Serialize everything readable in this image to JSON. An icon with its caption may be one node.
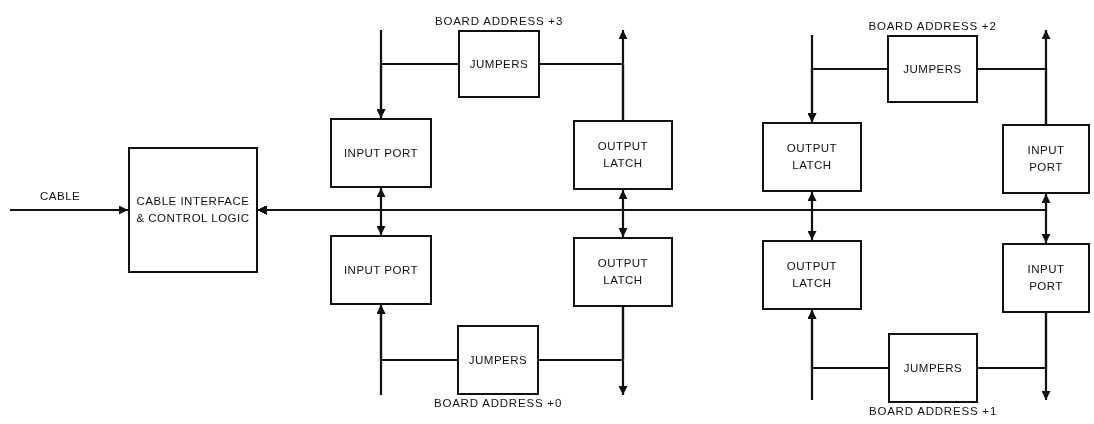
{
  "diagram": {
    "nodes": [
      {
        "text": [
          "CABLE INTERFACE & CONTROL LOGIC"
        ]
      },
      {
        "text": [
          "BOARD ADDRESS +3",
          "JUMPERS"
        ]
      },
      {
        "text": [
          "INPUT PORT"
        ]
      },
      {
        "text": [
          "OUTPUT LATCH"
        ]
      },
      {
        "text": [
          "BOARD ADDRESS +2",
          "JUMPERS"
        ]
      },
      {
        "text": [
          "OUTPUT LATCH"
        ]
      },
      {
        "text": [
          "INPUT PORT"
        ]
      },
      {
        "text": [
          "INPUT PORT"
        ]
      },
      {
        "text": [
          "OUTPUT LATCH"
        ]
      },
      {
        "text": [
          "OUTPUT LATCH"
        ]
      },
      {
        "text": [
          "INPUT PORT"
        ]
      },
      {
        "text": [
          "JUMPERS",
          "BOARD ADDRESS +0"
        ]
      },
      {
        "text": [
          "JUMPERS",
          "BOARD ADDRESS +1"
        ]
      }
    ],
    "edges": [
      {
        "from": null,
        "to": 0,
        "arrow": "to",
        "label": "CABLE"
      },
      {
        "from": 2,
        "to": 0,
        "arrow": "both"
      },
      {
        "from": 7,
        "to": 0,
        "arrow": "both"
      },
      {
        "from": 3,
        "to": 0,
        "arrow": "both"
      },
      {
        "from": 8,
        "to": 0,
        "arrow": "both"
      },
      {
        "from": 5,
        "to": 0,
        "arrow": "both"
      },
      {
        "from": 9,
        "to": 0,
        "arrow": "both"
      },
      {
        "from": 6,
        "to": 0,
        "arrow": "both"
      },
      {
        "from": 10,
        "to": 0,
        "arrow": "both"
      },
      {
        "from": null,
        "to": 2,
        "arrow": "to"
      },
      {
        "from": 1,
        "to": 2,
        "arrow": "to"
      },
      {
        "from": 1,
        "to": 3,
        "arrow": "none"
      },
      {
        "from": 3,
        "to": null,
        "arrow": "to"
      },
      {
        "from": null,
        "to": 7,
        "arrow": "to"
      },
      {
        "from": 11,
        "to": 7,
        "arrow": "to"
      },
      {
        "from": 11,
        "to": 8,
        "arrow": "none"
      },
      {
        "from": 8,
        "to": null,
        "arrow": "to"
      },
      {
        "from": null,
        "to": 5,
        "arrow": "to"
      },
      {
        "from": 4,
        "to": 5,
        "arrow": "to"
      },
      {
        "from": 4,
        "to": 6,
        "arrow": "none"
      },
      {
        "from": 6,
        "to": null,
        "arrow": "to"
      },
      {
        "from": null,
        "to": 9,
        "arrow": "to"
      },
      {
        "from": 12,
        "to": 9,
        "arrow": "to"
      },
      {
        "from": 12,
        "to": 10,
        "arrow": "none"
      },
      {
        "from": 10,
        "to": null,
        "arrow": "to"
      }
    ]
  }
}
